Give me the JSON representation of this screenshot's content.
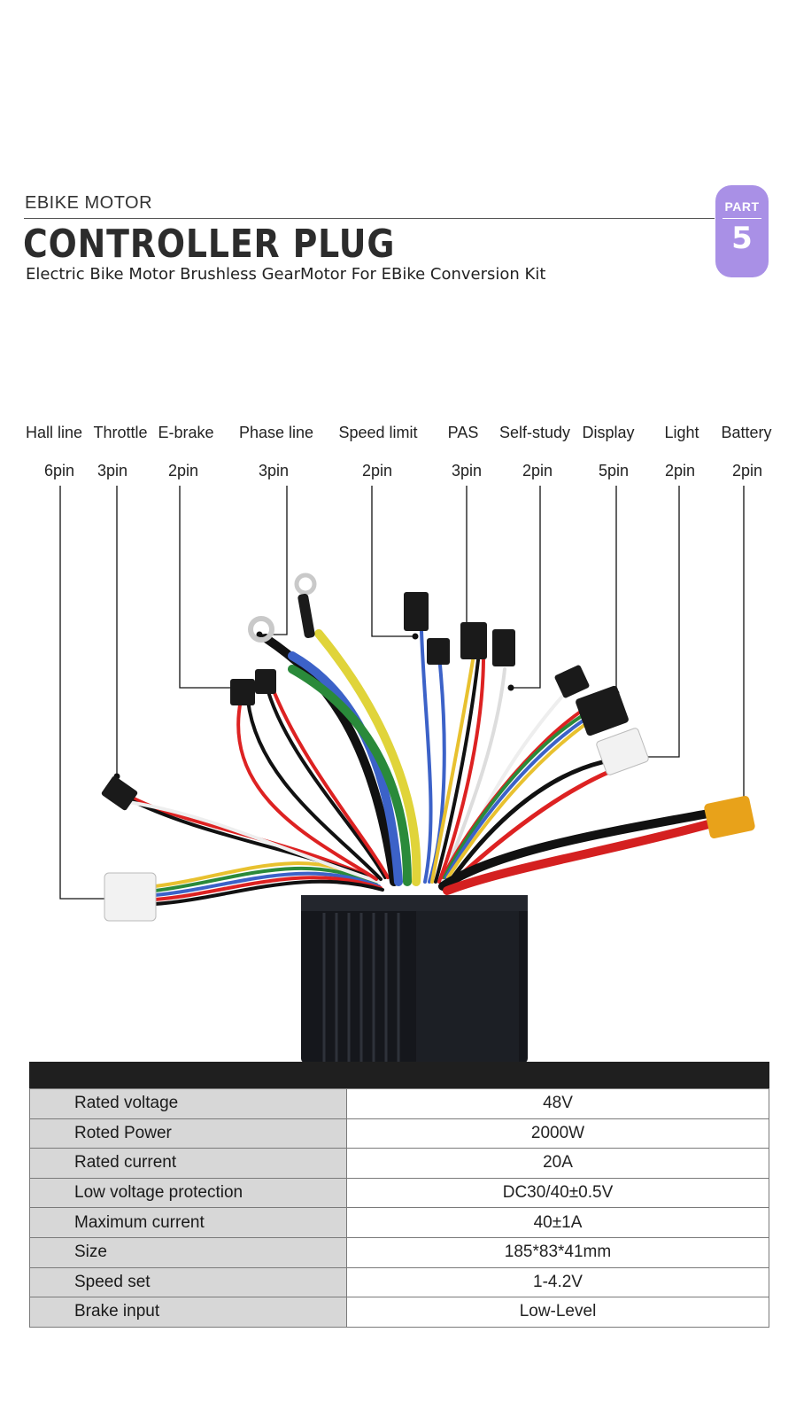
{
  "header": {
    "kicker": "EBIKE MOTOR",
    "title": "CONTROLLER  PLUG",
    "subtitle": "Electric Bike Motor Brushless GearMotor For EBike Conversion Kit",
    "badge_label": "PART",
    "badge_number": "5",
    "badge_color": "#a990e6"
  },
  "connectors": [
    {
      "label": "Hall line",
      "pins": "6pin"
    },
    {
      "label": "Throttle",
      "pins": "3pin"
    },
    {
      "label": "E-brake",
      "pins": "2pin"
    },
    {
      "label": "Phase line",
      "pins": "3pin"
    },
    {
      "label": "Speed limit",
      "pins": "2pin"
    },
    {
      "label": "PAS",
      "pins": "3pin"
    },
    {
      "label": "Self-study",
      "pins": "2pin"
    },
    {
      "label": "Display",
      "pins": "5pin"
    },
    {
      "label": "Light",
      "pins": "2pin"
    },
    {
      "label": "Battery",
      "pins": "2pin"
    }
  ],
  "specs": [
    {
      "name": "Rated voltage",
      "value": "48V"
    },
    {
      "name": "Roted Power",
      "value": "2000W"
    },
    {
      "name": "Rated current",
      "value": "20A"
    },
    {
      "name": "Low voltage protection",
      "value": "DC30/40±0.5V"
    },
    {
      "name": "Maximum current",
      "value": "40±1A"
    },
    {
      "name": "Size",
      "value": "185*83*41mm"
    },
    {
      "name": "Speed set",
      "value": "1-4.2V"
    },
    {
      "name": "Brake input",
      "value": "Low-Level"
    }
  ]
}
